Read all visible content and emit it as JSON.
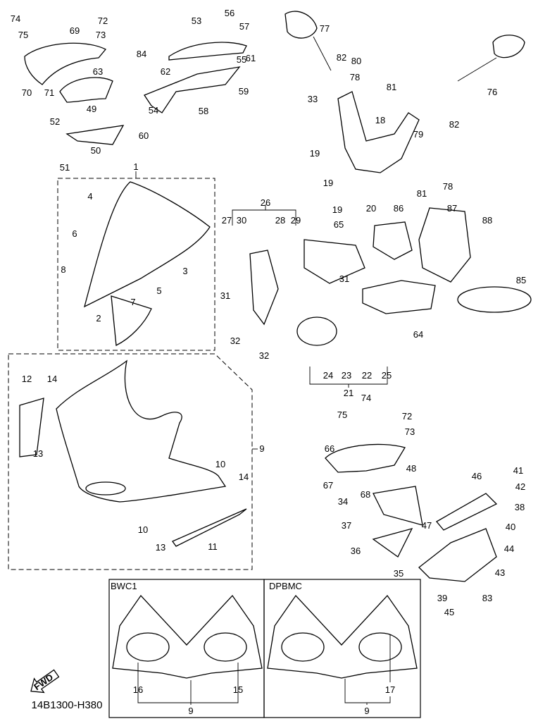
{
  "diagram": {
    "callouts": [
      "74",
      "72",
      "75",
      "69",
      "73",
      "70",
      "71",
      "63",
      "49",
      "52",
      "50",
      "51",
      "1",
      "56",
      "57",
      "53",
      "84",
      "55",
      "61",
      "62",
      "59",
      "54",
      "58",
      "60",
      "77",
      "82",
      "80",
      "78",
      "81",
      "33",
      "18",
      "76",
      "79",
      "82",
      "19",
      "19",
      "19",
      "20",
      "81",
      "78",
      "26",
      "27",
      "30",
      "28",
      "29",
      "65",
      "86",
      "87",
      "88",
      "85",
      "31",
      "31",
      "64",
      "32",
      "32",
      "4",
      "6",
      "3",
      "8",
      "5",
      "7",
      "2",
      "24",
      "23",
      "22",
      "25",
      "21",
      "12",
      "14",
      "13",
      "9",
      "10",
      "14",
      "10",
      "13",
      "11",
      "74",
      "75",
      "72",
      "73",
      "66",
      "48",
      "67",
      "68",
      "46",
      "41",
      "42",
      "34",
      "38",
      "47",
      "37",
      "40",
      "44",
      "36",
      "35",
      "43",
      "39",
      "83",
      "45"
    ],
    "variants": [
      {
        "label": "BWC1",
        "callouts": [
          "16",
          "15",
          "9"
        ]
      },
      {
        "label": "DPBMC",
        "callouts": [
          "17",
          "9"
        ]
      }
    ],
    "fwd_label": "FWD",
    "drawing_code": "14B1300-H380"
  }
}
